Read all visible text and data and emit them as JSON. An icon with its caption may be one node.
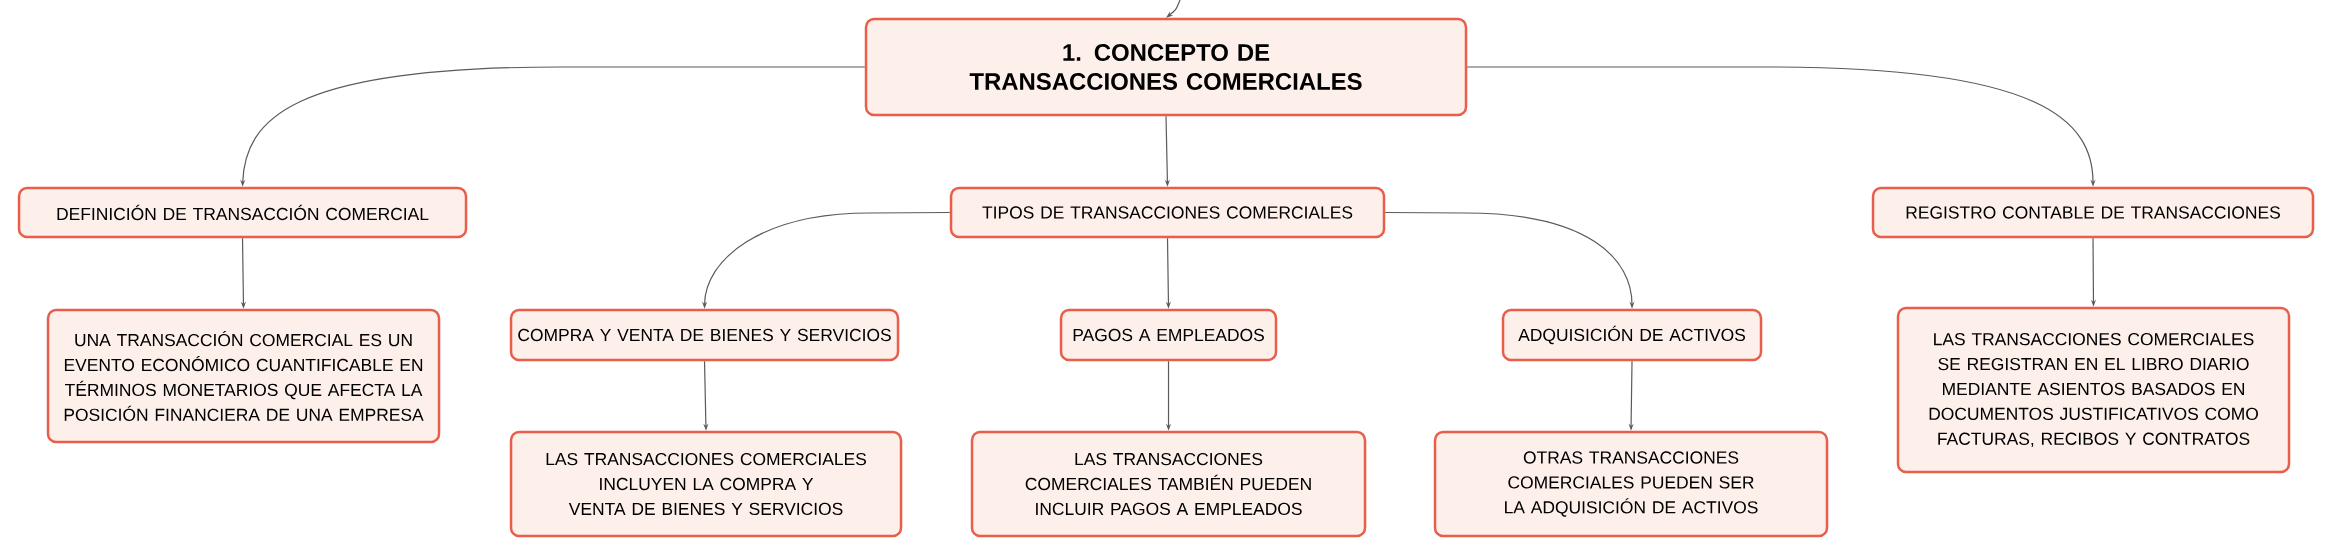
{
  "diagram": {
    "nodes": [
      {
        "text": [
          "1. CONCEPTO DE TRANSACCIONES COMERCIALES"
        ]
      },
      {
        "text": [
          "DEFINICIÓN DE TRANSACCIÓN COMERCIAL"
        ]
      },
      {
        "text": [
          "TIPOS DE TRANSACCIONES COMERCIALES"
        ]
      },
      {
        "text": [
          "REGISTRO CONTABLE DE TRANSACCIONES"
        ]
      },
      {
        "text": [
          "UNA TRANSACCIÓN COMERCIAL ES UN EVENTO ECONÓMICO CUANTIFICABLE EN TÉRMINOS MONETARIOS QUE AFECTA LA POSICIÓN FINANCIERA DE UNA EMPRESA"
        ]
      },
      {
        "text": [
          "COMPRA Y VENTA DE BIENES Y SERVICIOS"
        ]
      },
      {
        "text": [
          "PAGOS A EMPLEADOS"
        ]
      },
      {
        "text": [
          "ADQUISICIÓN DE ACTIVOS"
        ]
      },
      {
        "text": [
          "LAS TRANSACCIONES COMERCIALES INCLUYEN LA COMPRA Y VENTA DE BIENES Y SERVICIOS"
        ]
      },
      {
        "text": [
          "LAS TRANSACCIONES COMERCIALES TAMBIÉN PUEDEN INCLUIR PAGOS A EMPLEADOS"
        ]
      },
      {
        "text": [
          "OTRAS TRANSACCIONES COMERCIALES PUEDEN SER LA ADQUISICIÓN DE ACTIVOS"
        ]
      },
      {
        "text": [
          "LAS TRANSACCIONES COMERCIALES SE REGISTRAN EN EL LIBRO DIARIO MEDIANTE ASIENTOS BASADOS EN DOCUMENTOS JUSTIFICATIVOS COMO FACTURAS, RECIBOS Y CONTRATOS"
        ]
      }
    ],
    "edges": [
      {
        "from": null,
        "to": 0,
        "arrow": "to"
      },
      {
        "from": 0,
        "to": 1,
        "arrow": "to"
      },
      {
        "from": 0,
        "to": 2,
        "arrow": "to"
      },
      {
        "from": 0,
        "to": 3,
        "arrow": "to"
      },
      {
        "from": 1,
        "to": 4,
        "arrow": "to"
      },
      {
        "from": 2,
        "to": 5,
        "arrow": "to"
      },
      {
        "from": 2,
        "to": 6,
        "arrow": "to"
      },
      {
        "from": 2,
        "to": 7,
        "arrow": "to"
      },
      {
        "from": 5,
        "to": 8,
        "arrow": "to"
      },
      {
        "from": 6,
        "to": 9,
        "arrow": "to"
      },
      {
        "from": 7,
        "to": 10,
        "arrow": "to"
      },
      {
        "from": 3,
        "to": 11,
        "arrow": "to"
      }
    ]
  }
}
